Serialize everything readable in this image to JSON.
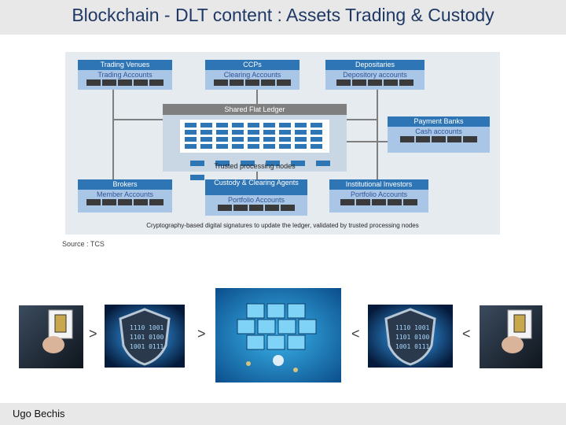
{
  "slide": {
    "title": "Blockchain - DLT content : Assets Trading & Custody",
    "author": "Ugo Bechis",
    "source": "Source : TCS"
  },
  "diagram": {
    "boxes": [
      {
        "header": "Trading Venues",
        "sub": "Trading Accounts"
      },
      {
        "header": "CCPs",
        "sub": "Clearing Accounts"
      },
      {
        "header": "Depositaries",
        "sub": "Depository accounts"
      },
      {
        "header": "Payment Banks",
        "sub": "Cash accounts"
      },
      {
        "header": "Brokers",
        "sub": "Member Accounts"
      },
      {
        "header": "Custody & Clearing Agents",
        "sub": "Portfolio Accounts"
      },
      {
        "header": "Institutional Investors",
        "sub": "Portfolio Accounts"
      }
    ],
    "ledger_title": "Shared Flat Ledger",
    "nodes_label": "Trusted processing nodes",
    "caption": "Cryptography-based digital signatures to update the ledger, validated by trusted processing nodes"
  },
  "sequence": {
    "arrows": [
      ">",
      ">",
      "<",
      "<"
    ],
    "colors": {
      "accent": "#2e75b6",
      "dark_blue": "#1f3864",
      "glow": "#39a9ff"
    }
  }
}
